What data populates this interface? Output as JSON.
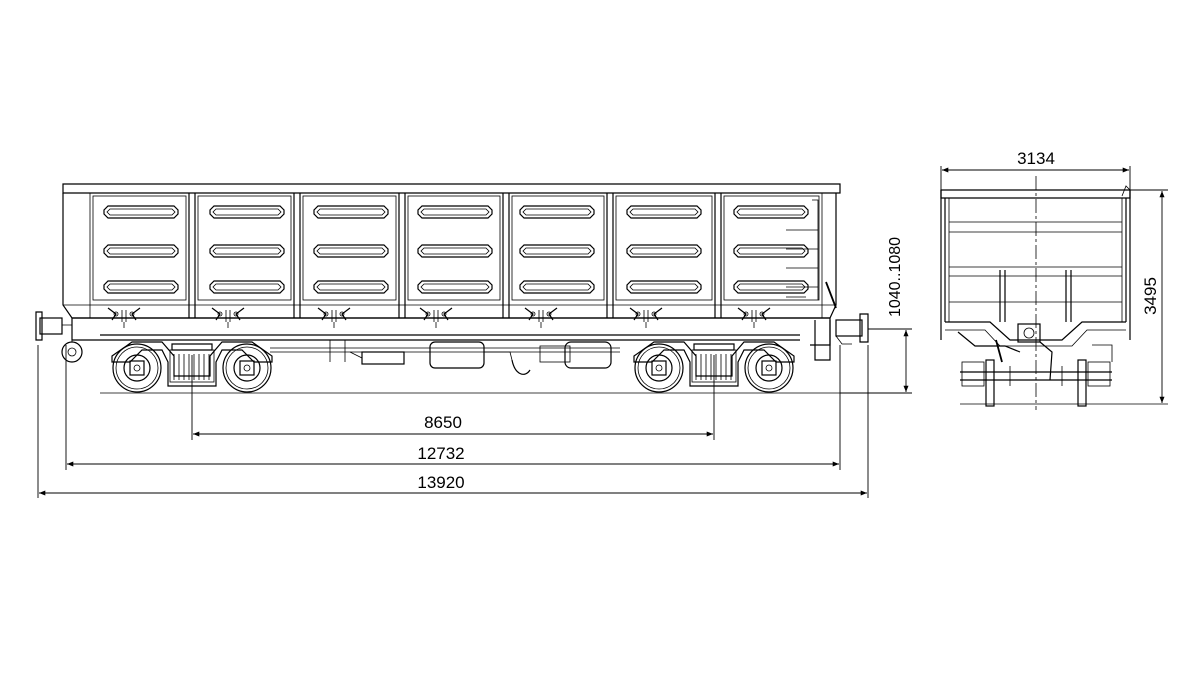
{
  "drawing": {
    "view_side": {
      "dimensions": {
        "bogie_centers": "8650",
        "coupler_axis_length": "12732",
        "overall_length": "13920",
        "coupler_height": "1040..1080"
      }
    },
    "view_end": {
      "dimensions": {
        "width": "3134",
        "height": "3495"
      }
    }
  },
  "colors": {
    "line": "#000000",
    "background": "#ffffff"
  }
}
